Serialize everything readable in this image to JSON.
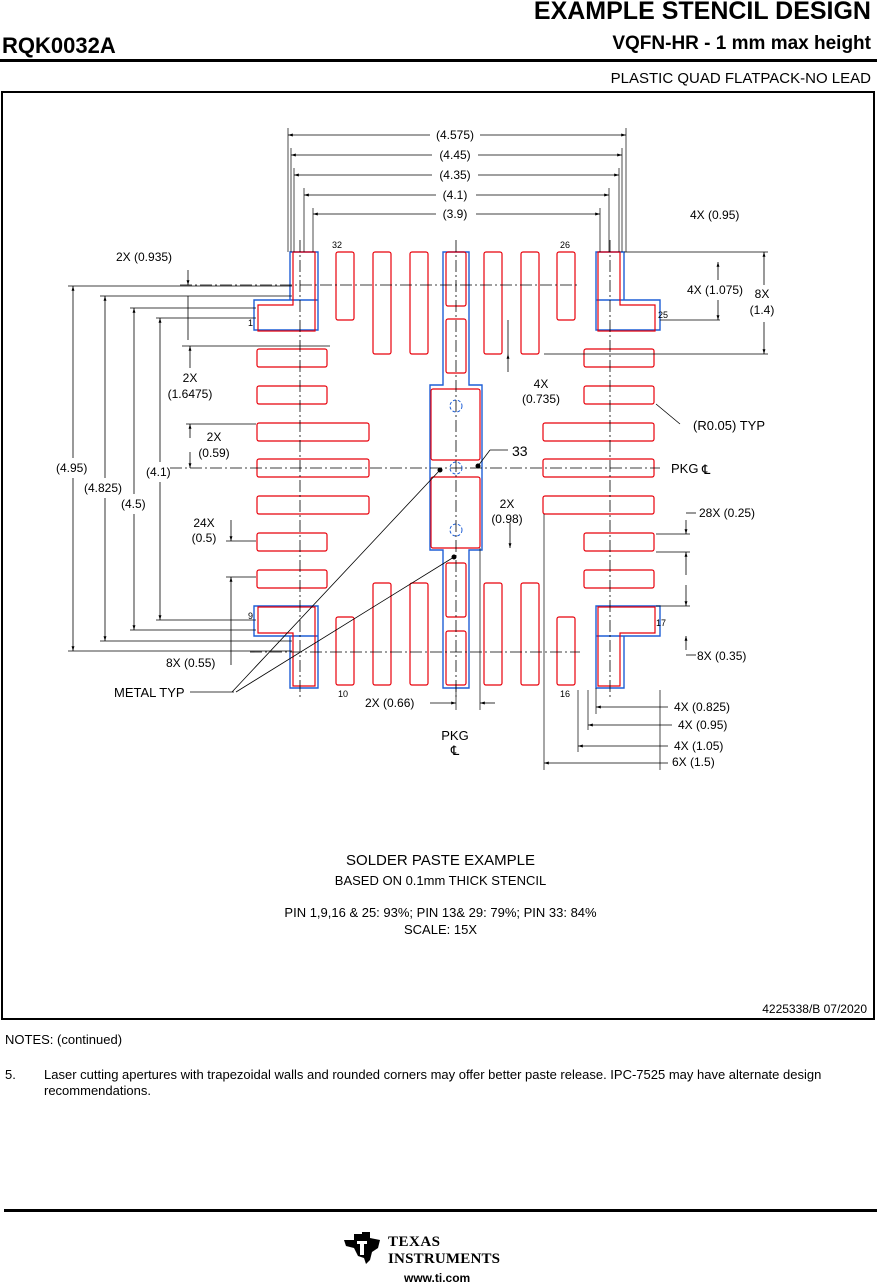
{
  "header": {
    "title": "EXAMPLE STENCIL DESIGN",
    "part_code": "RQK0032A",
    "package_line": "VQFN-HR - 1 mm max height",
    "package_type": "PLASTIC QUAD FLATPACK-NO LEAD"
  },
  "drawing": {
    "dims": {
      "w4575": "(4.575)",
      "w445": "(4.45)",
      "w435": "(4.35)",
      "w41": "(4.1)",
      "w39": "(3.9)",
      "d0935": "2X (0.935)",
      "d095_top": "4X (0.95)",
      "d1075": "4X (1.075)",
      "d14a": "8X",
      "d14b": "(1.4)",
      "d16475a": "2X",
      "d16475b": "(1.6475)",
      "d0735a": "4X",
      "d0735b": "(0.735)",
      "d059a": "2X",
      "d059b": "(0.59)",
      "r005": "(R0.05) TYP",
      "h495": "(4.95)",
      "h4825": "(4.825)",
      "h41": "(4.1)",
      "h45": "(4.5)",
      "d05a": "24X",
      "d05b": "(0.5)",
      "d098a": "2X",
      "d098b": "(0.98)",
      "d025": "28X (0.25)",
      "d055": "8X (0.55)",
      "d035": "8X (0.35)",
      "d066": "2X (0.66)",
      "d0825": "4X (0.825)",
      "d095_bot": "4X (0.95)",
      "d105": "4X (1.05)",
      "d15": "6X (1.5)"
    },
    "pins": {
      "p1": "1",
      "p9": "9",
      "p10": "10",
      "p16": "16",
      "p17": "17",
      "p25": "25",
      "p26": "26",
      "p32": "32",
      "p33": "33"
    },
    "metal_typ": "METAL TYP",
    "pkg_cl_right": "PKG",
    "pkg_cl_bottom": "PKG",
    "cl_symbol": "℄"
  },
  "caption": {
    "title": "SOLDER PASTE EXAMPLE",
    "subtitle": "BASED ON 0.1mm THICK STENCIL",
    "coverage": "PIN 1,9,16 & 25: 93%; PIN 13& 29: 79%; PIN 33: 84%",
    "scale": "SCALE: 15X"
  },
  "doc_number": "4225338/B   07/2020",
  "notes": {
    "heading": "NOTES: (continued)",
    "items": [
      {
        "number": "5.",
        "text": "Laser cutting apertures with trapezoidal walls and rounded corners may offer better paste release. IPC-7525 may have alternate design recommendations."
      }
    ]
  },
  "footer": {
    "brand_line1": "TEXAS",
    "brand_line2": "INSTRUMENTS",
    "url": "www.ti.com"
  },
  "colors": {
    "aperture": "#e8000b",
    "metal": "#1f5fd6",
    "ink": "#000000"
  }
}
